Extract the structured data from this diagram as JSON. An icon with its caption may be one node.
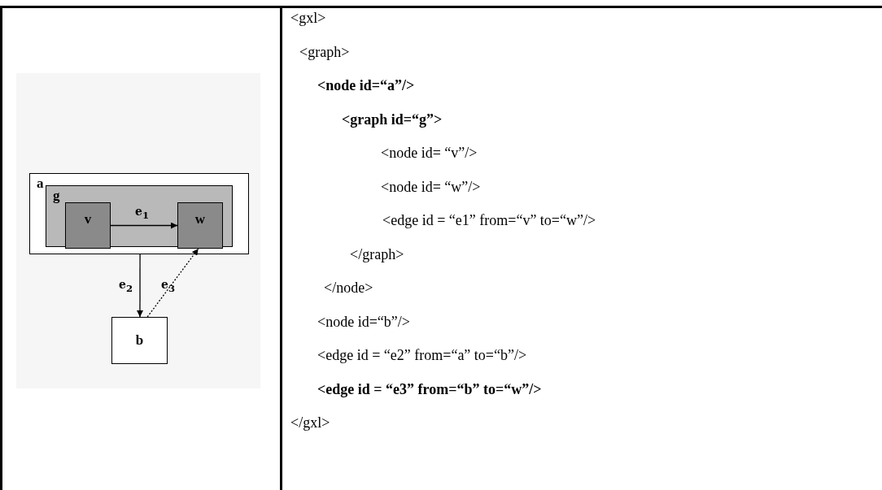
{
  "diagram": {
    "nodes": [
      {
        "text": [
          "a"
        ]
      },
      {
        "text": [
          "g"
        ],
        "in": 0
      },
      {
        "text": [
          "v"
        ],
        "in": 1
      },
      {
        "text": [
          "w"
        ],
        "in": 1
      },
      {
        "text": [
          "b"
        ]
      }
    ],
    "edges": [
      {
        "from": 2,
        "to": 3,
        "arrow": "to",
        "label": "e$_{1}$"
      },
      {
        "from": 0,
        "to": 4,
        "arrow": "to",
        "label": "e$_{2}$"
      },
      {
        "from": 4,
        "to": 3,
        "arrow": "to",
        "label": "e$_{3}$",
        "style": "dashed"
      }
    ],
    "labels": [
      "<gxl>",
      "<graph>",
      "<node id=“a”/>",
      "<graph id=“g”>",
      "<node id= “v”/>",
      "<node id= “w”/>",
      "<edge id = “e1” from=“v” to=“w”/>",
      "</graph>",
      "</node>",
      "<node id=“b”/>",
      "<edge id = “e2” from=“a” to=“b”/>",
      "<edge id = “e3” from=“b” to=“w”/>",
      "</gxl>"
    ]
  }
}
